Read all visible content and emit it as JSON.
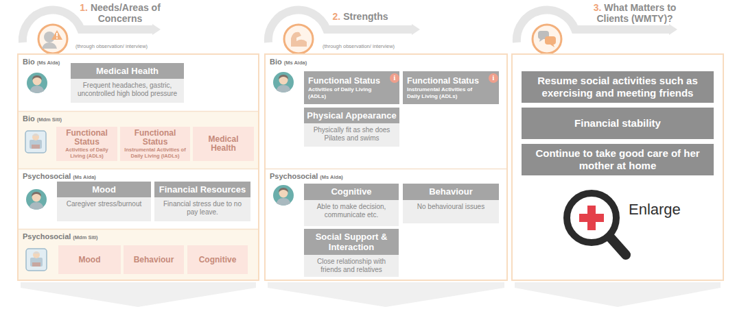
{
  "diagram": {
    "nodes": [
      {
        "text": [
          "1.",
          "Needs/Areas of Concerns",
          "(through observation/ interview)"
        ]
      },
      {
        "text": [
          "Bio",
          "(Ms Aida)"
        ],
        "in": 0
      },
      {
        "text": [
          "Medical Health",
          "Frequent headaches, gastric, uncontrolled high blood pressure"
        ],
        "in": 1
      },
      {
        "text": [
          "Bio",
          "(Mdm Siti)"
        ],
        "in": 0
      },
      {
        "text": [
          "Functional Status",
          "Activities of Daily Living (ADLs)"
        ],
        "in": 3
      },
      {
        "text": [
          "Functional Status",
          "Instrumental Activities of Daily Living (IADLs)"
        ],
        "in": 3
      },
      {
        "text": [
          "Medical Health"
        ],
        "in": 3
      },
      {
        "text": [
          "Psychosocial",
          "(Ms Aida)"
        ],
        "in": 0
      },
      {
        "text": [
          "Mood",
          "Caregiver stress/burnout"
        ],
        "in": 7
      },
      {
        "text": [
          "Financial Resources",
          "Financial stress due to no pay leave."
        ],
        "in": 7
      },
      {
        "text": [
          "Psychosocial",
          "(Mdm Siti)"
        ],
        "in": 0
      },
      {
        "text": [
          "Mood"
        ],
        "in": 10
      },
      {
        "text": [
          "Behaviour"
        ],
        "in": 10
      },
      {
        "text": [
          "Cognitive"
        ],
        "in": 10
      },
      {
        "text": [
          "2.",
          "Strengths",
          "(through observation/ interview)"
        ]
      },
      {
        "text": [
          "Bio",
          "(Ms Aida)"
        ],
        "in": 14
      },
      {
        "text": [
          "Functional Status",
          "Activities of Daily Living (ADLs)"
        ],
        "in": 15
      },
      {
        "text": [
          "Functional Status",
          "Instrumental Activities of Daily Living (ADLs)"
        ],
        "in": 15
      },
      {
        "text": [
          "Physical Appearance",
          "Physically fit as she does Pilates and swims"
        ],
        "in": 15
      },
      {
        "text": [
          "Psychosocial",
          "(Ms Aida)"
        ],
        "in": 14
      },
      {
        "text": [
          "Cognitive",
          "Able to make decision, communicate etc."
        ],
        "in": 19
      },
      {
        "text": [
          "Behaviour",
          "No behavioural issues"
        ],
        "in": 19
      },
      {
        "text": [
          "Social Support & Interaction",
          "Close relationship with friends and relatives"
        ],
        "in": 19
      },
      {
        "text": [
          "3.",
          "What Matters to Clients (WMTY)?"
        ]
      },
      {
        "text": [
          "Resume social activities such as exercising and meeting friends"
        ],
        "in": 23
      },
      {
        "text": [
          "Financial stability"
        ],
        "in": 23
      },
      {
        "text": [
          "Continue to take good care of her mother at home"
        ],
        "in": 23
      }
    ],
    "labels": [
      "i",
      "i",
      "Enlarge"
    ]
  }
}
